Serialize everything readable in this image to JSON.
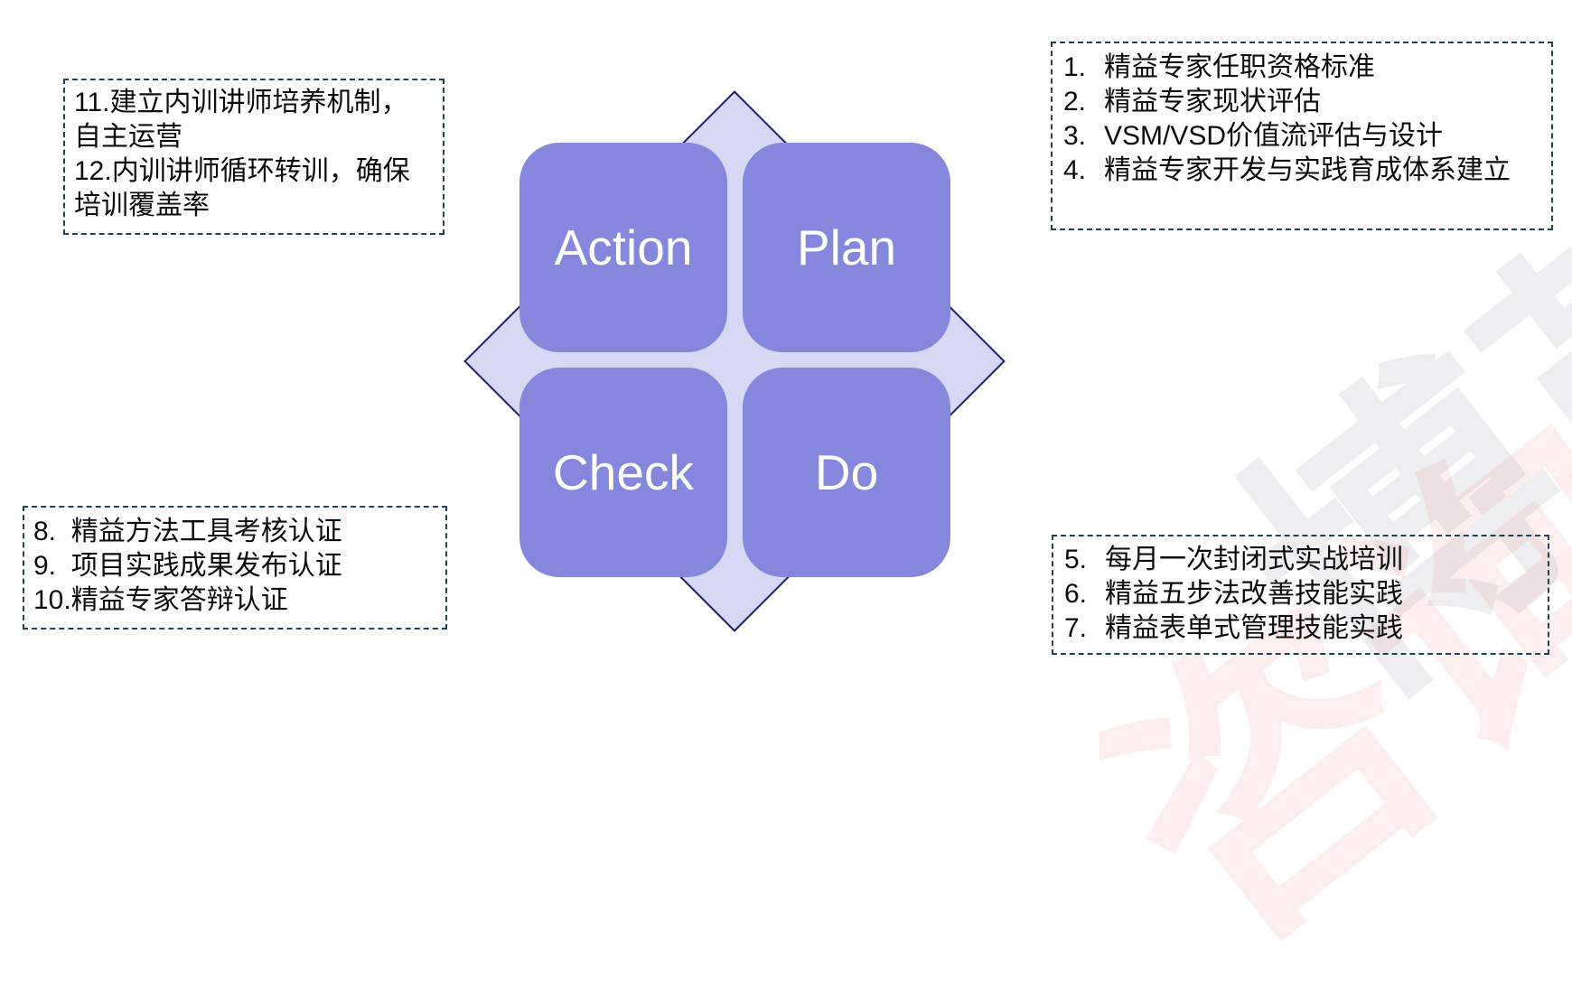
{
  "diagram": {
    "center": {
      "action_label": "Action",
      "plan_label": "Plan",
      "check_label": "Check",
      "do_label": "Do"
    },
    "boxes": {
      "plan_items": {
        "items": [
          {
            "num": "1.",
            "text": "精益专家任职资格标准"
          },
          {
            "num": "2.",
            "text": "精益专家现状评估"
          },
          {
            "num": "3.",
            "text": "VSM/VSD价值流评估与设计"
          },
          {
            "num": "4.",
            "text": "精益专家开发与实践育成体系建立"
          }
        ]
      },
      "do_items": {
        "items": [
          {
            "num": "5.",
            "text": "每月一次封闭式实战培训"
          },
          {
            "num": "6.",
            "text": "精益五步法改善技能实践"
          },
          {
            "num": "7.",
            "text": "精益表单式管理技能实践"
          }
        ]
      },
      "check_items": {
        "items": [
          "8.  精益方法工具考核认证",
          "9.  项目实践成果发布认证",
          "10.精益专家答辩认证"
        ]
      },
      "action_items": {
        "items": [
          "11.建立内训讲师培养机制，自主运营",
          "12.内训讲师循环转训，确保培训覆盖率"
        ]
      }
    },
    "colors": {
      "quadrant_fill": "#8487dc",
      "quadrant_text": "#ffffff",
      "diamond_fill": "#d6d8f4",
      "diamond_border": "#1e2168",
      "dashed_border": "#1c4453"
    }
  },
  "watermark": {
    "text_gray": "博革",
    "text_pink": "咨询"
  }
}
